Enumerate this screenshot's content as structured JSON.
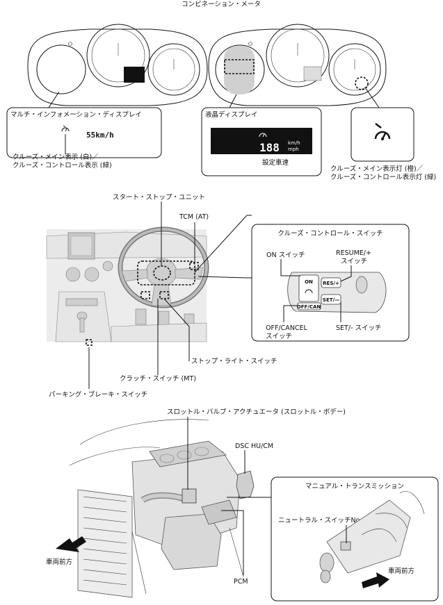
{
  "labels": {
    "combination_meter": "コンビネーション・メータ",
    "multi_info_display": "マルチ・インフォメーション・ディスプレイ",
    "speed_display": "55km/h",
    "cruise_main_white": "クルーズ・メイン表示 (白)／",
    "cruise_control_green": "クルーズ・コントロール表示 (緑)",
    "lcd_display": "液晶ディスプレイ",
    "lcd_digits": "188",
    "lcd_unit_top": "km/h",
    "lcd_unit_bottom": "mph",
    "set_speed": "設定車速",
    "cruise_main_lamp_orange": "クルーズ・メイン表示灯 (橙)／",
    "cruise_control_lamp_green": "クルーズ・コントロール表示灯 (緑)",
    "start_stop_unit": "スタート・ストップ・ユニット",
    "tcm": "TCM (AT)",
    "cruise_control_switch": "クルーズ・コントロール・スイッチ",
    "on_switch": "ON スイッチ",
    "resume_switch_line1": "RESUME/+",
    "resume_switch_line2": "スイッチ",
    "offcancel_switch_line1": "OFF/CANCEL",
    "offcancel_switch_line2": "スイッチ",
    "set_switch": "SET/- スイッチ",
    "btn_on": "ON",
    "btn_res": "RES/+",
    "btn_off": "OFF/CAN",
    "btn_set": "SET/—",
    "stop_light_switch": "ストップ・ライト・スイッチ",
    "clutch_switch": "クラッチ・スイッチ (MT)",
    "parking_brake_switch": "パーキング・ブレーキ・スイッチ",
    "throttle_valve_actuator": "スロットル・バルブ・アクチュエータ (スロットル・ボデー)",
    "dsc_hu_cm": "DSC HU/CM",
    "manual_transmission": "マニュアル・トランスミッション",
    "neutral_switch": "ニュートラル・スイッチNo.1",
    "vehicle_front_left": "車両前方",
    "vehicle_front_right": "車両前方",
    "pcm": "PCM"
  }
}
